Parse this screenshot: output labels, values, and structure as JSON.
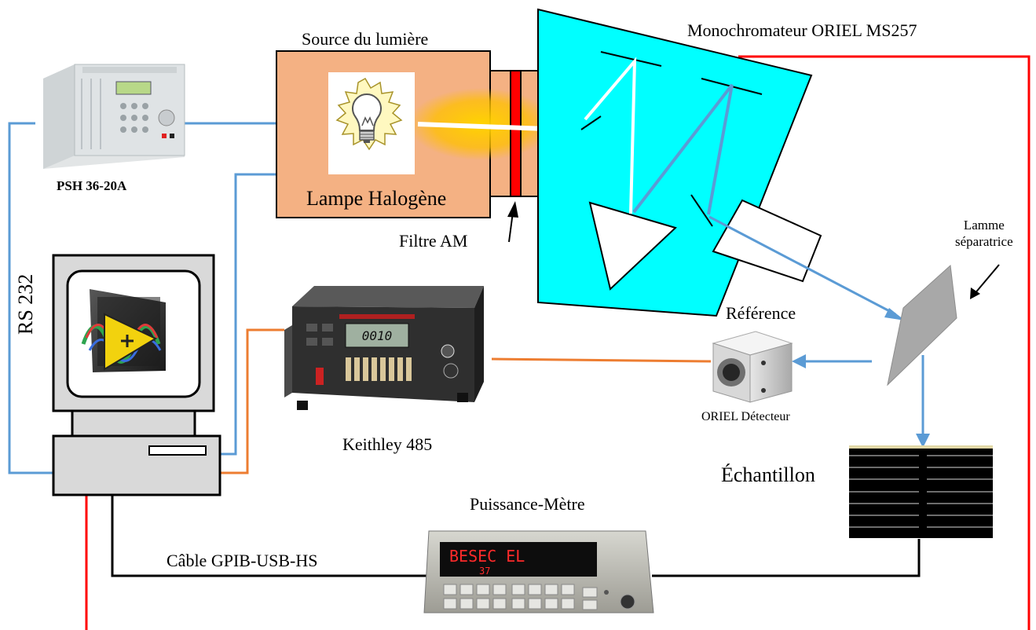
{
  "labels": {
    "monochromator": "Monochromateur ORIEL MS257",
    "light_source": "Source du lumière",
    "lamp": "Lampe Halogène",
    "filter": "Filtre AM",
    "psu": "PSH 36-20A",
    "rs232": "RS 232",
    "keithley": "Keithley 485",
    "reference": "Référence",
    "detector": "ORIEL Détecteur",
    "beam_splitter": "Lamme\nséparatrice",
    "sample": "Échantillon",
    "power_meter": "Puissance-Mètre",
    "gpib_cable": "Câble GPIB-USB-HS"
  },
  "instrument_displays": {
    "keithley_reading": "0010",
    "power_meter_line1": "BESEC  EL",
    "power_meter_line2": "37"
  },
  "colors": {
    "monochromator_fill": "#00ffff",
    "light_box_fill": "#f4b183",
    "rs232_link": "#5b9bd5",
    "analog_link": "#ed7d31",
    "power_link": "#ff0000",
    "gpib_link": "#000000",
    "filter": "#ff0000",
    "sample_cell": "#000000"
  }
}
